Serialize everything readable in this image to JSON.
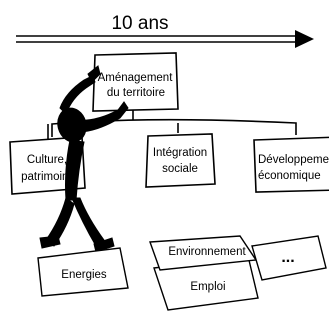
{
  "timeline": {
    "label": "10 ans"
  },
  "boxes": {
    "amenagement": {
      "line1": "Aménagement",
      "line2": "du territoire"
    },
    "culture": {
      "line1": "Culture,",
      "line2": "patrimoine"
    },
    "integration": {
      "line1": "Intégration",
      "line2": "sociale"
    },
    "developpement": {
      "line1": "Développement",
      "line2": "économique"
    }
  },
  "papers": {
    "energies": "Energies",
    "environnement": "Environnement",
    "emploi": "Emploi",
    "more": "..."
  },
  "colors": {
    "ink": "#000000",
    "paper": "#ffffff"
  }
}
